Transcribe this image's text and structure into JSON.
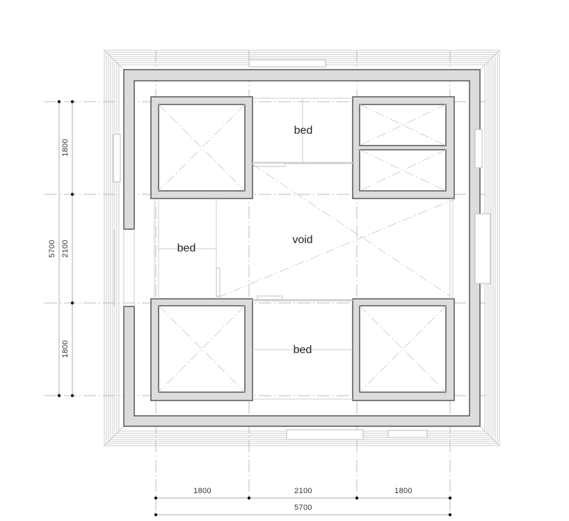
{
  "drawing": {
    "type": "floor-plan",
    "colors": {
      "wall_fill": "#dcdcdc",
      "wall_stroke": "#555555",
      "thin_line": "#c8c8c8",
      "grid_line": "#bbbbbb",
      "text": "#222222"
    }
  },
  "rooms": [
    {
      "id": "bed-top",
      "label": "bed"
    },
    {
      "id": "bed-left",
      "label": "bed"
    },
    {
      "id": "void",
      "label": "void"
    },
    {
      "id": "bed-bottom",
      "label": "bed"
    }
  ],
  "dimensions": {
    "horizontal": {
      "segments": [
        "1800",
        "2100",
        "1800"
      ],
      "total": "5700"
    },
    "vertical": {
      "segments": [
        "1800",
        "2100",
        "1800"
      ],
      "total": "5700"
    }
  }
}
